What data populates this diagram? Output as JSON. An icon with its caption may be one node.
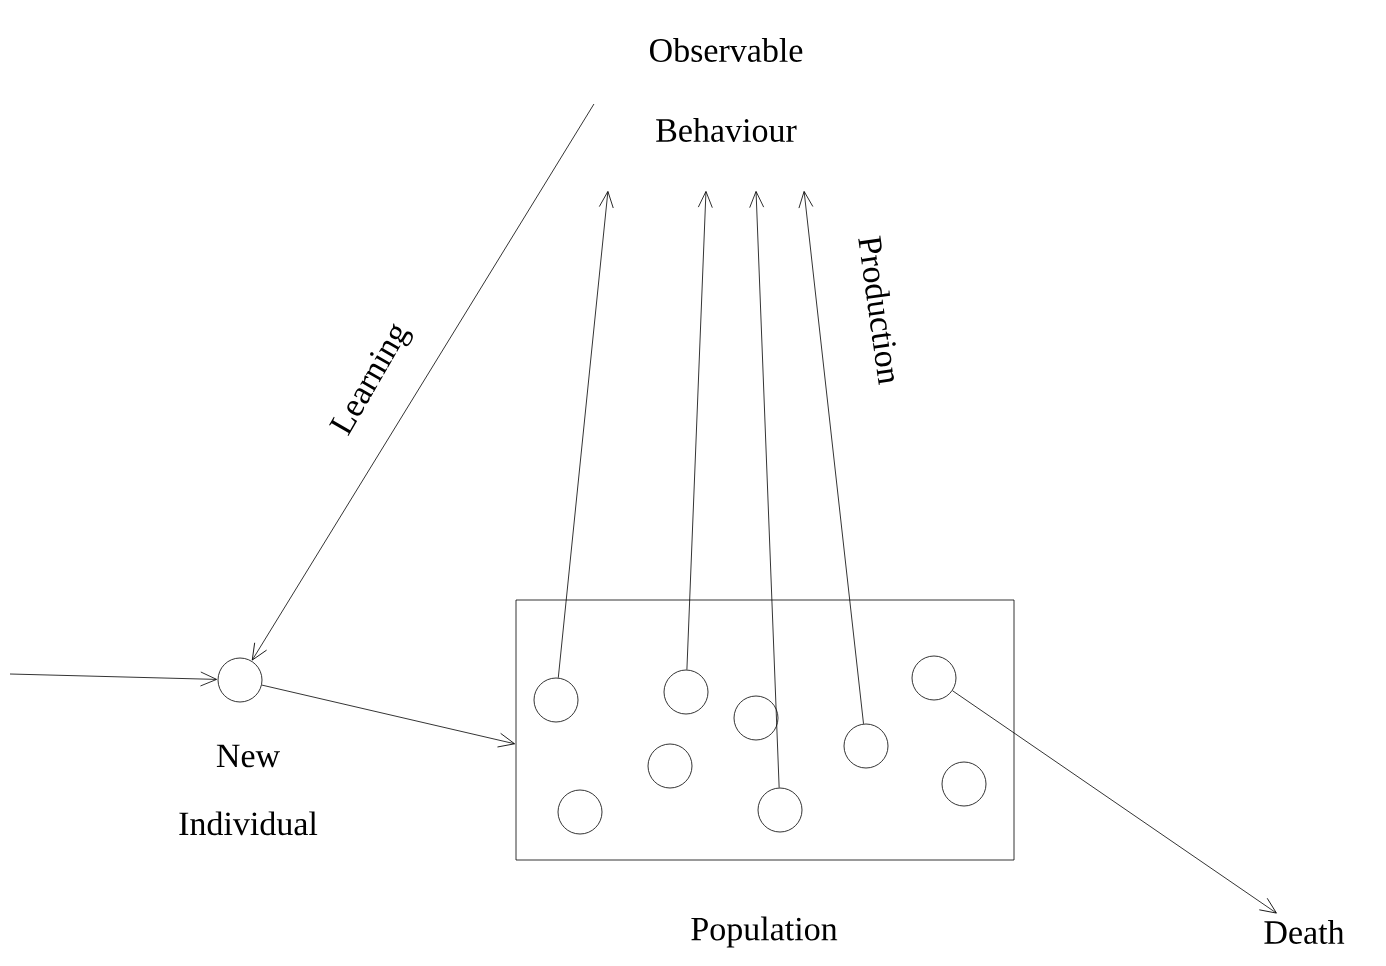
{
  "diagram": {
    "nodes": [
      {
        "text": [
          "Observable Behaviour"
        ]
      },
      {
        "text": [],
        "shape": "circle",
        "beside": [
          "New Individual"
        ]
      },
      {
        "text": [
          "Population"
        ]
      },
      {
        "text": [],
        "shape": "circle",
        "in": 2
      },
      {
        "text": [],
        "shape": "circle",
        "in": 2
      },
      {
        "text": [],
        "shape": "circle",
        "in": 2
      },
      {
        "text": [],
        "shape": "circle",
        "in": 2
      },
      {
        "text": [],
        "shape": "circle",
        "in": 2
      },
      {
        "text": [],
        "shape": "circle",
        "in": 2
      },
      {
        "text": [],
        "shape": "circle",
        "in": 2
      },
      {
        "text": [],
        "shape": "circle",
        "in": 2
      },
      {
        "text": [],
        "shape": "circle",
        "in": 2
      },
      {
        "text": [
          "Death"
        ]
      }
    ],
    "edges": [
      {
        "from": null,
        "to": 1,
        "arrow": "to"
      },
      {
        "from": 0,
        "to": 1,
        "arrow": "to",
        "label": "Learning"
      },
      {
        "from": 1,
        "to": 2,
        "arrow": "to"
      },
      {
        "from": 3,
        "to": 0,
        "arrow": "to"
      },
      {
        "from": 6,
        "to": 0,
        "arrow": "to"
      },
      {
        "from": 8,
        "to": 0,
        "arrow": "to"
      },
      {
        "from": 9,
        "to": 0,
        "arrow": "to",
        "label": "Production"
      },
      {
        "from": 10,
        "to": 12,
        "arrow": "to"
      }
    ]
  }
}
